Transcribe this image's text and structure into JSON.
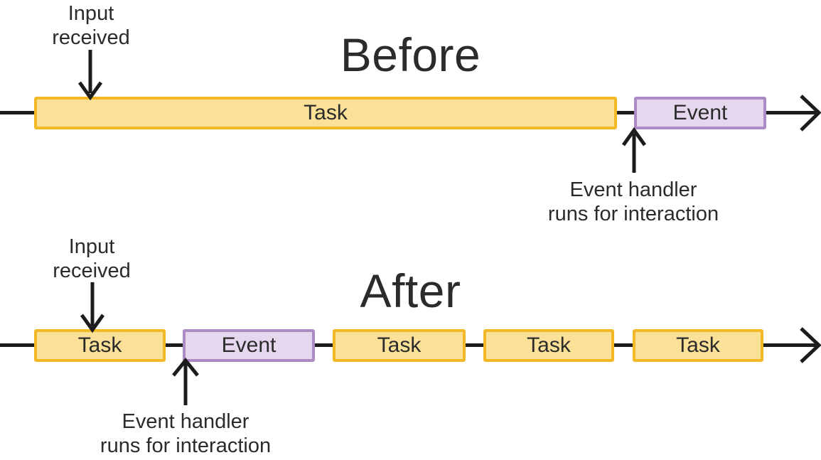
{
  "diagram": {
    "topic": "task-scheduling-timeline",
    "colors": {
      "task_fill": "#fbe098",
      "task_border": "#f3b825",
      "event_fill": "#e5d7ee",
      "event_border": "#ac8ac4",
      "arrow": "#1c1c1c",
      "text": "#2b2b2b",
      "background": "#ffffff"
    },
    "before": {
      "title": "Before",
      "input_note": "Input\nreceived",
      "handler_note": "Event handler\nruns for interaction",
      "segments": [
        {
          "type": "task",
          "label": "Task"
        },
        {
          "type": "event",
          "label": "Event"
        }
      ]
    },
    "after": {
      "title": "After",
      "input_note": "Input\nreceived",
      "handler_note": "Event handler\nruns for interaction",
      "segments": [
        {
          "type": "task",
          "label": "Task"
        },
        {
          "type": "event",
          "label": "Event"
        },
        {
          "type": "task",
          "label": "Task"
        },
        {
          "type": "task",
          "label": "Task"
        },
        {
          "type": "task",
          "label": "Task"
        }
      ]
    }
  }
}
